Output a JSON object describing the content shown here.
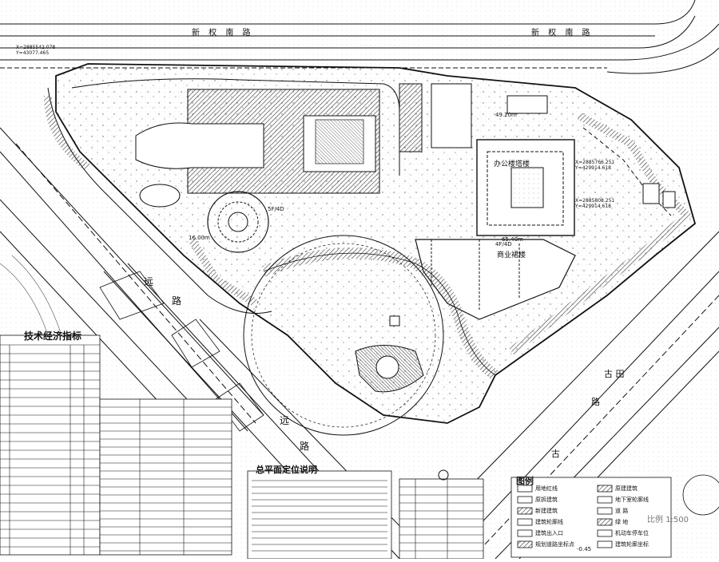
{
  "roads": {
    "top_left": "新 权 南 路",
    "top_right": "新 权 南 路",
    "mid_left": "远",
    "mid_left2": "路",
    "bottom_mid": "远",
    "bottom_mid2": "路",
    "right_road": "古 田",
    "right_road2": "路",
    "right_road3": "古"
  },
  "buildings": {
    "office_tower": "办公楼塔楼",
    "commercial": "商业裙楼",
    "office_floors_1": "4F/4D",
    "office_floors_2": "5F/4D"
  },
  "dimensions": {
    "d1": "49.20m",
    "d2": "65.40m",
    "d3": "16.00m"
  },
  "coords": {
    "c1": "X=2885542.078",
    "c2": "Y=43077.465",
    "c3": "X=2885766.251",
    "c4": "Y=429914.618",
    "c5": "X=2885808.251",
    "c6": "Y=429914.618"
  },
  "legend": {
    "title": "图例",
    "items": [
      {
        "label": "用地红线"
      },
      {
        "label": "原建建筑"
      },
      {
        "label": "原拆建筑"
      },
      {
        "label": "地下室轮廓线"
      },
      {
        "label": "新建建筑"
      },
      {
        "label": "道 路"
      },
      {
        "label": "建筑轮廓线"
      },
      {
        "label": "绿 地"
      },
      {
        "label": "建筑出入口"
      },
      {
        "label": "机动车停车位"
      },
      {
        "label": "规划道路坐标点"
      },
      {
        "label": "建筑轮廓坐标"
      }
    ],
    "elevation": "-0.45"
  },
  "tables": {
    "tech_title": "技术经济指标",
    "notes_title": "总平面定位说明",
    "scale": "比例 1:500"
  },
  "colors": {
    "line": "#111111",
    "hatch": "#444444",
    "paper": "#ffffff"
  }
}
